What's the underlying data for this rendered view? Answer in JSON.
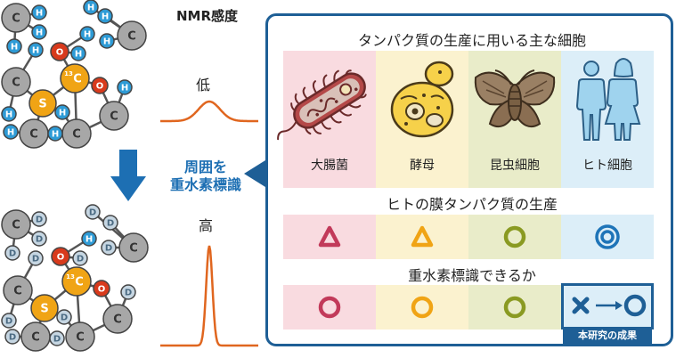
{
  "left": {
    "nmr_title": "NMR感度",
    "low_label": "低",
    "high_label": "高",
    "method_line1": "周囲を",
    "method_line2": "重水素標識",
    "atoms": {
      "carbon": "C",
      "hydrogen": "H",
      "deuterium": "D",
      "oxygen": "O",
      "sulfur": "S",
      "carbon13_mass": "13",
      "carbon13_symbol": "C"
    }
  },
  "panel": {
    "section1_title": "タンパク質の生産に用いる主な細胞",
    "section2_title": "ヒトの膜タンパク質の生産",
    "section3_title": "重水素標識できるか",
    "cells": [
      {
        "label": "大腸菌",
        "icon": "bacteria-icon"
      },
      {
        "label": "酵母",
        "icon": "yeast-icon"
      },
      {
        "label": "昆虫細胞",
        "icon": "moth-icon"
      },
      {
        "label": "ヒト細胞",
        "icon": "human-figures-icon"
      }
    ],
    "membrane_production": [
      "triangle",
      "triangle",
      "circle",
      "double-circle"
    ],
    "deuterium_labeling": [
      "circle",
      "circle",
      "circle",
      "cross-to-circle"
    ],
    "result_badge": "本研究の成果"
  },
  "colors": {
    "ecoli_bg": "#f9dbe0",
    "yeast_bg": "#fbf2cf",
    "insect_bg": "#e9ecc9",
    "human_bg": "#dceef8",
    "ecoli_mark": "#c23a5a",
    "yeast_mark": "#f0a415",
    "insect_mark": "#8a9a22",
    "human_mark": "#1e74b8",
    "panel_border": "#1e5f96",
    "peak": "#e0661f",
    "carbon": "#a7a7a7",
    "hydrogen": "#2e9bd6",
    "deuterium": "#c6d6e2",
    "oxygen": "#d83a1c",
    "sulfur": "#f0a415",
    "carbon13": "#f0a415"
  }
}
